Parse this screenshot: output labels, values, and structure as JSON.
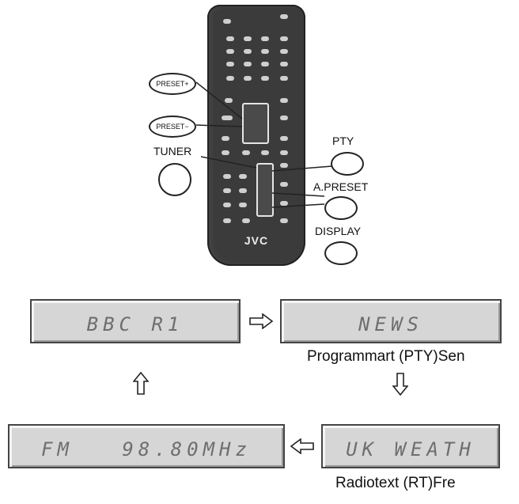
{
  "remote": {
    "brand": "JVC"
  },
  "keys": {
    "pty": "PTY",
    "a_preset": "A.PRESET",
    "display": "DISPLAY",
    "tuner": "TUNER",
    "preset_up": "PRESET+",
    "preset_down": "PRESET−"
  },
  "displays": [
    {
      "text": "BBC R1"
    },
    {
      "text": "NEWS"
    },
    {
      "text": "UK WEATH"
    },
    {
      "text": "FM   98.80MHz"
    }
  ],
  "captions": {
    "pty": "Programmart (PTY)Sen",
    "rt": "Radiotext (RT)Fre"
  },
  "colors": {
    "remote_body": "#3b3b3b",
    "lcd_background": "#d6d6d6",
    "lcd_text": "#6e6e6e"
  }
}
